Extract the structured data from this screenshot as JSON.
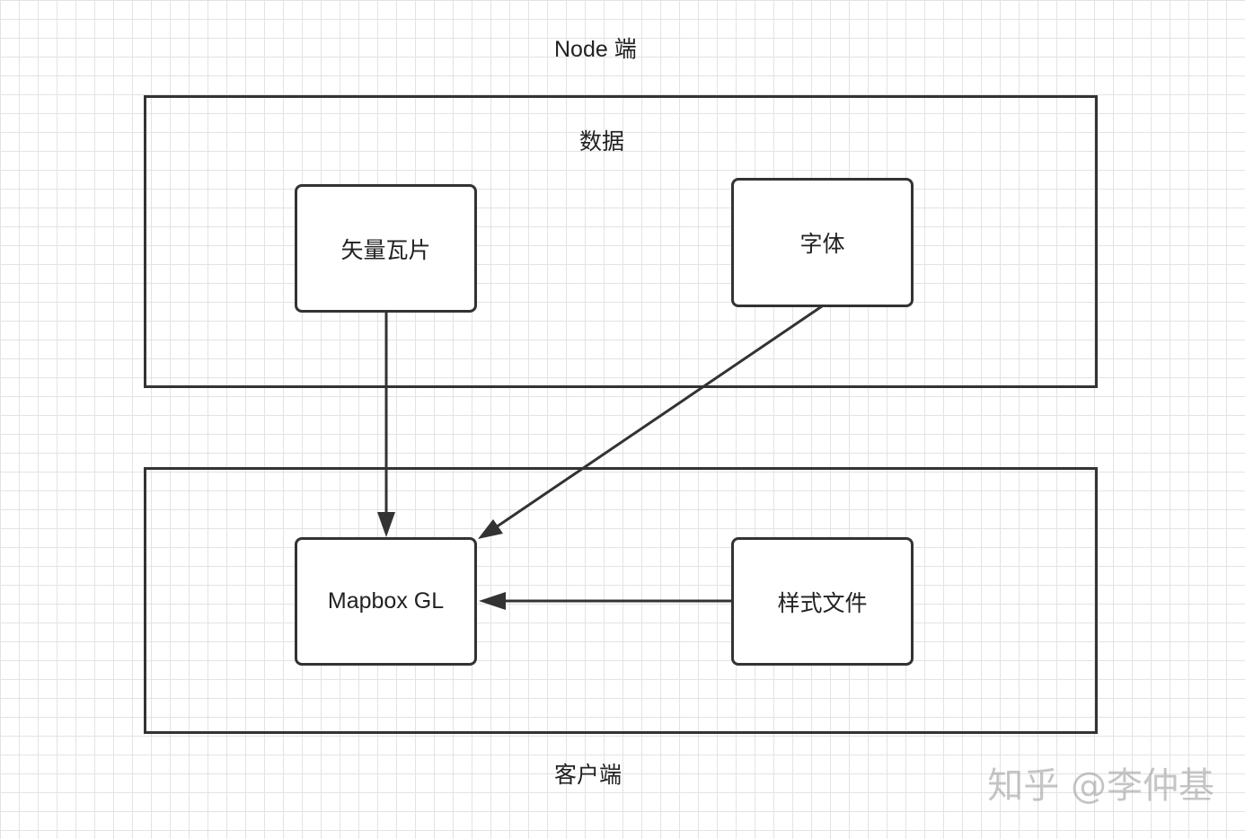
{
  "diagram": {
    "node_side_label": "Node 端",
    "client_side_label": "客户端",
    "data_group_label": "数据",
    "nodes": {
      "vector_tiles": "矢量瓦片",
      "fonts": "字体",
      "mapbox_gl": "Mapbox GL",
      "style_file": "样式文件"
    },
    "edges": [
      {
        "from": "vector_tiles",
        "to": "mapbox_gl"
      },
      {
        "from": "fonts",
        "to": "mapbox_gl"
      },
      {
        "from": "style_file",
        "to": "mapbox_gl"
      }
    ]
  },
  "watermark": "知乎 @李仲基"
}
